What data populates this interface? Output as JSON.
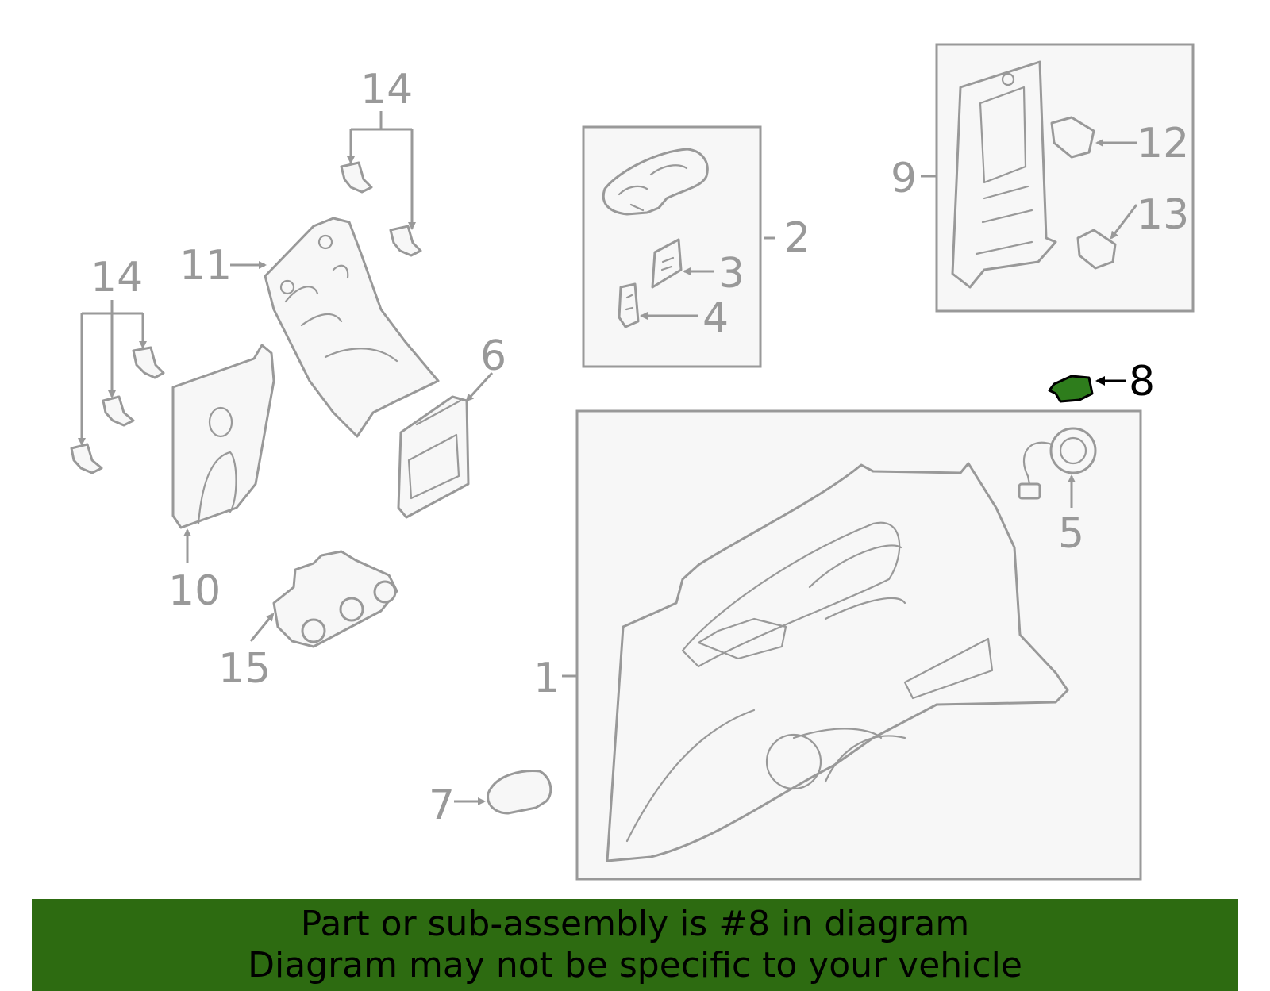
{
  "callouts": {
    "c1": "1",
    "c2": "2",
    "c3": "3",
    "c4": "4",
    "c5": "5",
    "c6": "6",
    "c7": "7",
    "c8": "8",
    "c9": "9",
    "c10": "10",
    "c11": "11",
    "c12": "12",
    "c13": "13",
    "c14a": "14",
    "c14b": "14",
    "c15": "15"
  },
  "highlighted_part": "8",
  "colors": {
    "line": "#999999",
    "highlight_fill": "#2e7d1c",
    "banner_bg": "#2d6b11",
    "banner_text": "#000000"
  },
  "banner": {
    "line1": "Part or sub-assembly is #8 in diagram",
    "line2": "Diagram may not be specific to your vehicle"
  }
}
